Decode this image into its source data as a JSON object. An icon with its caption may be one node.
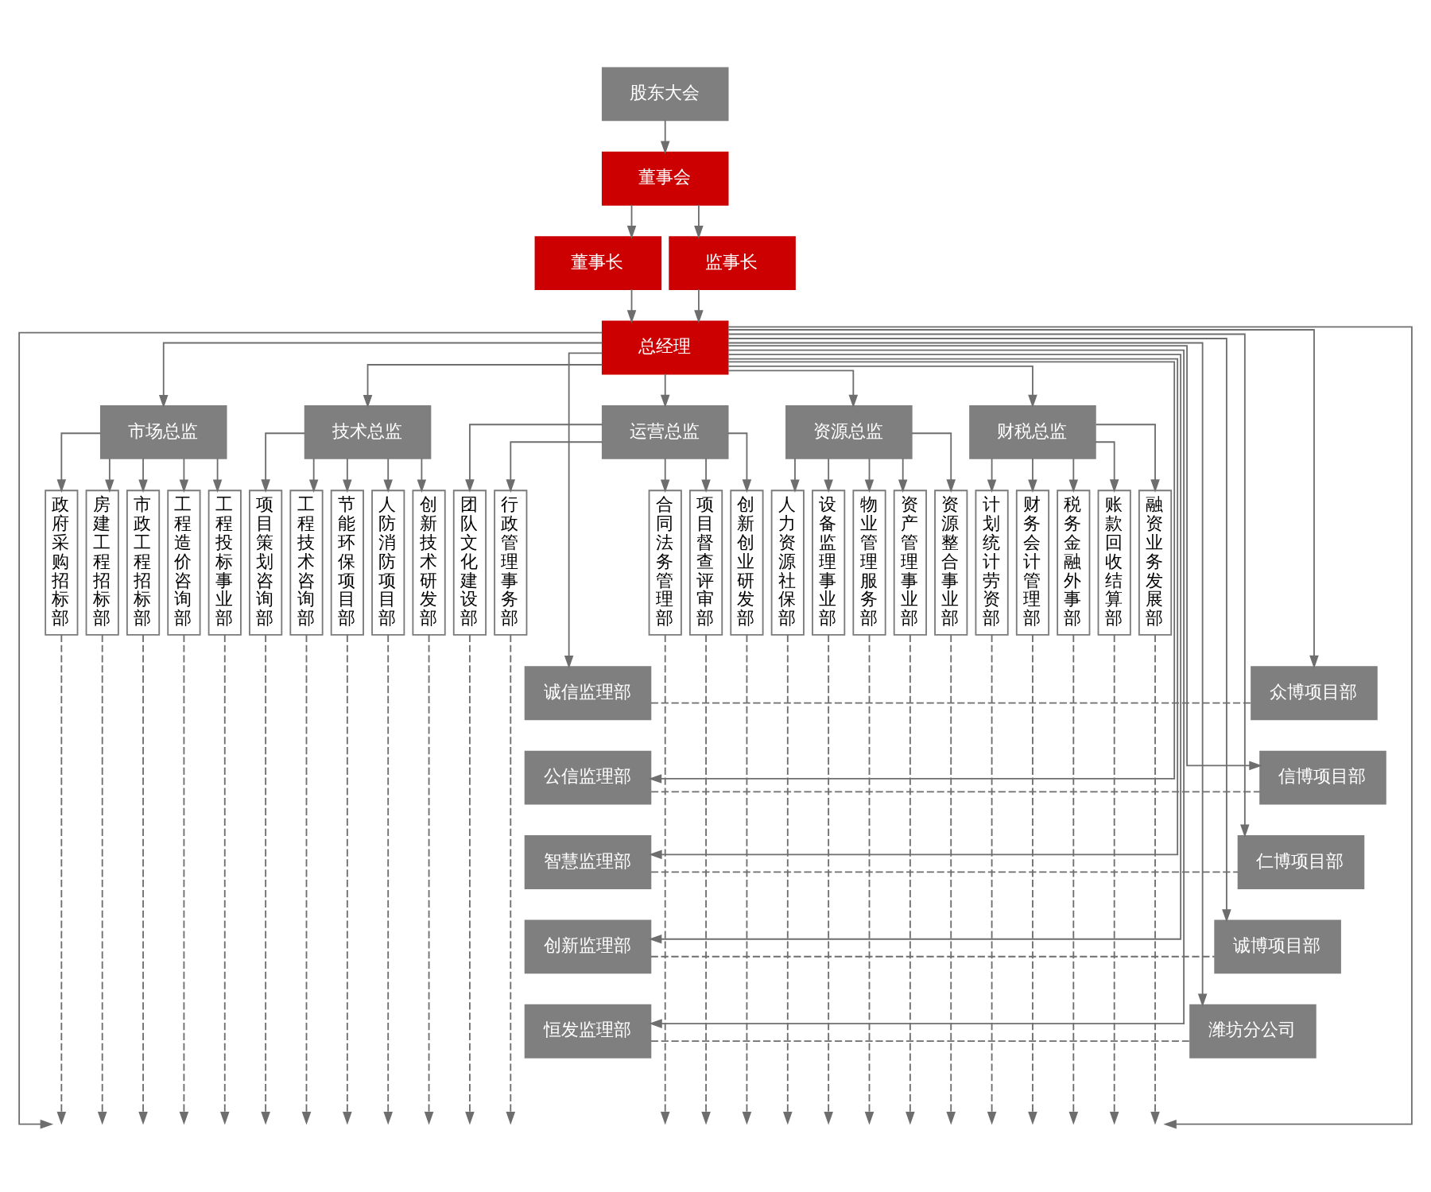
{
  "diagram": {
    "nodes": [
      {
        "text": [
          "股东大会"
        ]
      },
      {
        "text": [
          "董事会"
        ]
      },
      {
        "text": [
          "董事长"
        ]
      },
      {
        "text": [
          "监事长"
        ]
      },
      {
        "text": [
          "总经理"
        ]
      },
      {
        "text": [
          "市场总监"
        ]
      },
      {
        "text": [
          "技术总监"
        ]
      },
      {
        "text": [
          "运营总监"
        ]
      },
      {
        "text": [
          "资源总监"
        ]
      },
      {
        "text": [
          "财税总监"
        ]
      },
      {
        "text": [
          "政府采购招标部"
        ]
      },
      {
        "text": [
          "房建工程招标部"
        ]
      },
      {
        "text": [
          "市政工程招标部"
        ]
      },
      {
        "text": [
          "工程造价咨询部"
        ]
      },
      {
        "text": [
          "工程投标事业部"
        ]
      },
      {
        "text": [
          "项目策划咨询部"
        ]
      },
      {
        "text": [
          "工程技术咨询部"
        ]
      },
      {
        "text": [
          "节能环保项目部"
        ]
      },
      {
        "text": [
          "人防消防项目部"
        ]
      },
      {
        "text": [
          "创新技术研发部"
        ]
      },
      {
        "text": [
          "团队文化建设部"
        ]
      },
      {
        "text": [
          "行政管理事务部"
        ]
      },
      {
        "text": [
          "合同法务管理部"
        ]
      },
      {
        "text": [
          "项目督查评审部"
        ]
      },
      {
        "text": [
          "创新创业研发部"
        ]
      },
      {
        "text": [
          "人力资源社保部"
        ]
      },
      {
        "text": [
          "设备监理事业部"
        ]
      },
      {
        "text": [
          "物业管理服务部"
        ]
      },
      {
        "text": [
          "资产管理事业部"
        ]
      },
      {
        "text": [
          "资源整合事业部"
        ]
      },
      {
        "text": [
          "计划统计劳资部"
        ]
      },
      {
        "text": [
          "财务会计管理部"
        ]
      },
      {
        "text": [
          "税务金融外事部"
        ]
      },
      {
        "text": [
          "账款回收结算部"
        ]
      },
      {
        "text": [
          "融资业务发展部"
        ]
      },
      {
        "text": [
          "诚信监理部"
        ]
      },
      {
        "text": [
          "公信监理部"
        ]
      },
      {
        "text": [
          "智慧监理部"
        ]
      },
      {
        "text": [
          "创新监理部"
        ]
      },
      {
        "text": [
          "恒发监理部"
        ]
      },
      {
        "text": [
          "众博项目部"
        ]
      },
      {
        "text": [
          "信博项目部"
        ]
      },
      {
        "text": [
          "仁博项目部"
        ]
      },
      {
        "text": [
          "诚博项目部"
        ]
      },
      {
        "text": [
          "潍坊分公司"
        ]
      }
    ],
    "edges": [
      {
        "from": 0,
        "to": 1,
        "arrow": "to"
      },
      {
        "from": 1,
        "to": 2,
        "arrow": "to"
      },
      {
        "from": 1,
        "to": 3,
        "arrow": "to"
      },
      {
        "from": 2,
        "to": 4,
        "arrow": "to"
      },
      {
        "from": 3,
        "to": 4,
        "arrow": "to"
      },
      {
        "from": 4,
        "to": 5,
        "arrow": "to"
      },
      {
        "from": 4,
        "to": 6,
        "arrow": "to"
      },
      {
        "from": 4,
        "to": 7,
        "arrow": "to"
      },
      {
        "from": 4,
        "to": 8,
        "arrow": "to"
      },
      {
        "from": 4,
        "to": 9,
        "arrow": "to"
      },
      {
        "from": 5,
        "to": 10,
        "arrow": "to"
      },
      {
        "from": 5,
        "to": 11,
        "arrow": "to"
      },
      {
        "from": 5,
        "to": 12,
        "arrow": "to"
      },
      {
        "from": 5,
        "to": 13,
        "arrow": "to"
      },
      {
        "from": 5,
        "to": 14,
        "arrow": "to"
      },
      {
        "from": 6,
        "to": 15,
        "arrow": "to"
      },
      {
        "from": 6,
        "to": 16,
        "arrow": "to"
      },
      {
        "from": 6,
        "to": 17,
        "arrow": "to"
      },
      {
        "from": 6,
        "to": 18,
        "arrow": "to"
      },
      {
        "from": 6,
        "to": 19,
        "arrow": "to"
      },
      {
        "from": 7,
        "to": 20,
        "arrow": "to"
      },
      {
        "from": 7,
        "to": 21,
        "arrow": "to"
      },
      {
        "from": 7,
        "to": 22,
        "arrow": "to"
      },
      {
        "from": 7,
        "to": 23,
        "arrow": "to"
      },
      {
        "from": 7,
        "to": 24,
        "arrow": "to"
      },
      {
        "from": 8,
        "to": 25,
        "arrow": "to"
      },
      {
        "from": 8,
        "to": 26,
        "arrow": "to"
      },
      {
        "from": 8,
        "to": 27,
        "arrow": "to"
      },
      {
        "from": 8,
        "to": 28,
        "arrow": "to"
      },
      {
        "from": 8,
        "to": 29,
        "arrow": "to"
      },
      {
        "from": 9,
        "to": 30,
        "arrow": "to"
      },
      {
        "from": 9,
        "to": 31,
        "arrow": "to"
      },
      {
        "from": 9,
        "to": 32,
        "arrow": "to"
      },
      {
        "from": 9,
        "to": 33,
        "arrow": "to"
      },
      {
        "from": 9,
        "to": 34,
        "arrow": "to"
      },
      {
        "from": 4,
        "to": 35,
        "arrow": "to"
      },
      {
        "from": 4,
        "to": 36,
        "arrow": "to"
      },
      {
        "from": 4,
        "to": 37,
        "arrow": "to"
      },
      {
        "from": 4,
        "to": 38,
        "arrow": "to"
      },
      {
        "from": 4,
        "to": 39,
        "arrow": "to"
      },
      {
        "from": 4,
        "to": null,
        "arrow": "to"
      },
      {
        "from": 4,
        "to": 40,
        "arrow": "to"
      },
      {
        "from": 4,
        "to": 41,
        "arrow": "to"
      },
      {
        "from": 4,
        "to": 42,
        "arrow": "to"
      },
      {
        "from": 4,
        "to": 43,
        "arrow": "to"
      },
      {
        "from": 4,
        "to": 44,
        "arrow": "to"
      },
      {
        "from": 4,
        "to": null,
        "arrow": "to"
      },
      {
        "from": 35,
        "to": 40,
        "arrow": "none",
        "style": "dashed"
      },
      {
        "from": 36,
        "to": 41,
        "arrow": "none",
        "style": "dashed"
      },
      {
        "from": 37,
        "to": 42,
        "arrow": "none",
        "style": "dashed"
      },
      {
        "from": 38,
        "to": 43,
        "arrow": "none",
        "style": "dashed"
      },
      {
        "from": 39,
        "to": 44,
        "arrow": "none",
        "style": "dashed"
      },
      {
        "from": 10,
        "to": null,
        "arrow": "to",
        "style": "dashed"
      },
      {
        "from": 11,
        "to": null,
        "arrow": "to",
        "style": "dashed"
      },
      {
        "from": 12,
        "to": null,
        "arrow": "to",
        "style": "dashed"
      },
      {
        "from": 13,
        "to": null,
        "arrow": "to",
        "style": "dashed"
      },
      {
        "from": 14,
        "to": null,
        "arrow": "to",
        "style": "dashed"
      },
      {
        "from": 15,
        "to": null,
        "arrow": "to",
        "style": "dashed"
      },
      {
        "from": 16,
        "to": null,
        "arrow": "to",
        "style": "dashed"
      },
      {
        "from": 17,
        "to": null,
        "arrow": "to",
        "style": "dashed"
      },
      {
        "from": 18,
        "to": null,
        "arrow": "to",
        "style": "dashed"
      },
      {
        "from": 19,
        "to": null,
        "arrow": "to",
        "style": "dashed"
      },
      {
        "from": 20,
        "to": null,
        "arrow": "to",
        "style": "dashed"
      },
      {
        "from": 21,
        "to": null,
        "arrow": "to",
        "style": "dashed"
      },
      {
        "from": 22,
        "to": null,
        "arrow": "to",
        "style": "dashed"
      },
      {
        "from": 23,
        "to": null,
        "arrow": "to",
        "style": "dashed"
      },
      {
        "from": 24,
        "to": null,
        "arrow": "to",
        "style": "dashed"
      },
      {
        "from": 25,
        "to": null,
        "arrow": "to",
        "style": "dashed"
      },
      {
        "from": 26,
        "to": null,
        "arrow": "to",
        "style": "dashed"
      },
      {
        "from": 27,
        "to": null,
        "arrow": "to",
        "style": "dashed"
      },
      {
        "from": 28,
        "to": null,
        "arrow": "to",
        "style": "dashed"
      },
      {
        "from": 29,
        "to": null,
        "arrow": "to",
        "style": "dashed"
      },
      {
        "from": 30,
        "to": null,
        "arrow": "to",
        "style": "dashed"
      },
      {
        "from": 31,
        "to": null,
        "arrow": "to",
        "style": "dashed"
      },
      {
        "from": 32,
        "to": null,
        "arrow": "to",
        "style": "dashed"
      },
      {
        "from": 33,
        "to": null,
        "arrow": "to",
        "style": "dashed"
      },
      {
        "from": 34,
        "to": null,
        "arrow": "to",
        "style": "dashed"
      }
    ]
  }
}
